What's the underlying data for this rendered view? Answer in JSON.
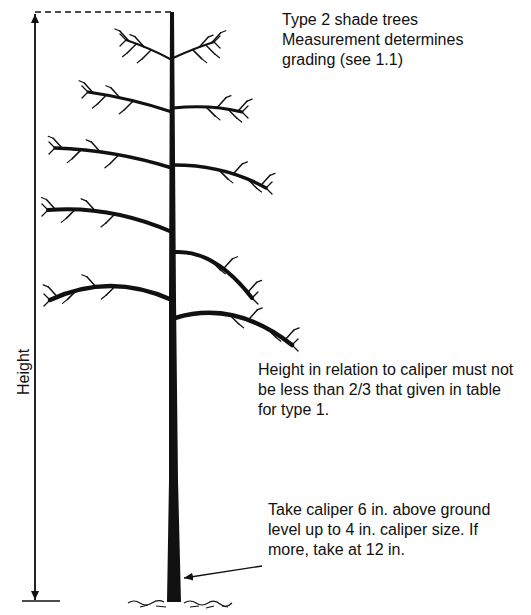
{
  "diagram": {
    "labels": [
      "Type 2 shade trees Measurement determines grading (see 1.1)",
      "Height",
      "Height in relation to caliper must not be less than 2/3 that given in table for type 1.",
      "Take caliper 6 in. above ground level up to 4 in. caliper size. If more, take at 12 in."
    ]
  }
}
